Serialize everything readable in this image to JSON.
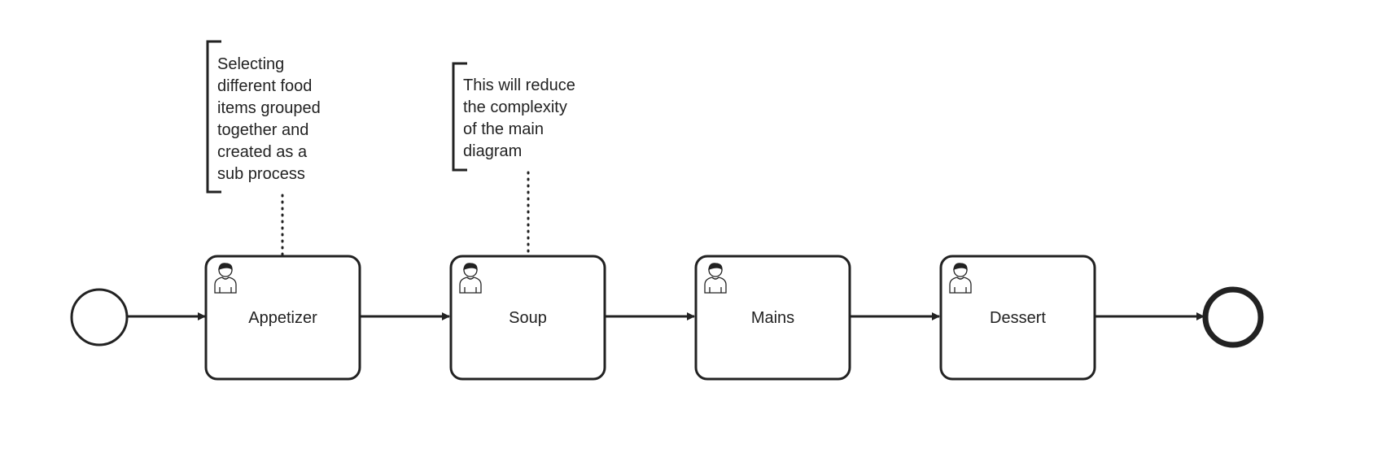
{
  "diagram": {
    "type": "bpmn-process",
    "colors": {
      "stroke": "#222222",
      "background": "#ffffff"
    },
    "start_event": {
      "kind": "start-event"
    },
    "end_event": {
      "kind": "end-event"
    },
    "tasks": [
      {
        "label": "Appetizer",
        "icon": "user-icon"
      },
      {
        "label": "Soup",
        "icon": "user-icon"
      },
      {
        "label": "Mains",
        "icon": "user-icon"
      },
      {
        "label": "Dessert",
        "icon": "user-icon"
      }
    ],
    "annotations": [
      {
        "attached_to": "Appetizer",
        "lines": [
          "Selecting",
          "different food",
          "items grouped",
          "together and",
          "created as a",
          "sub process"
        ]
      },
      {
        "attached_to": "Soup",
        "lines": [
          "This will reduce",
          "the complexity",
          "of the main",
          "diagram"
        ]
      }
    ]
  }
}
